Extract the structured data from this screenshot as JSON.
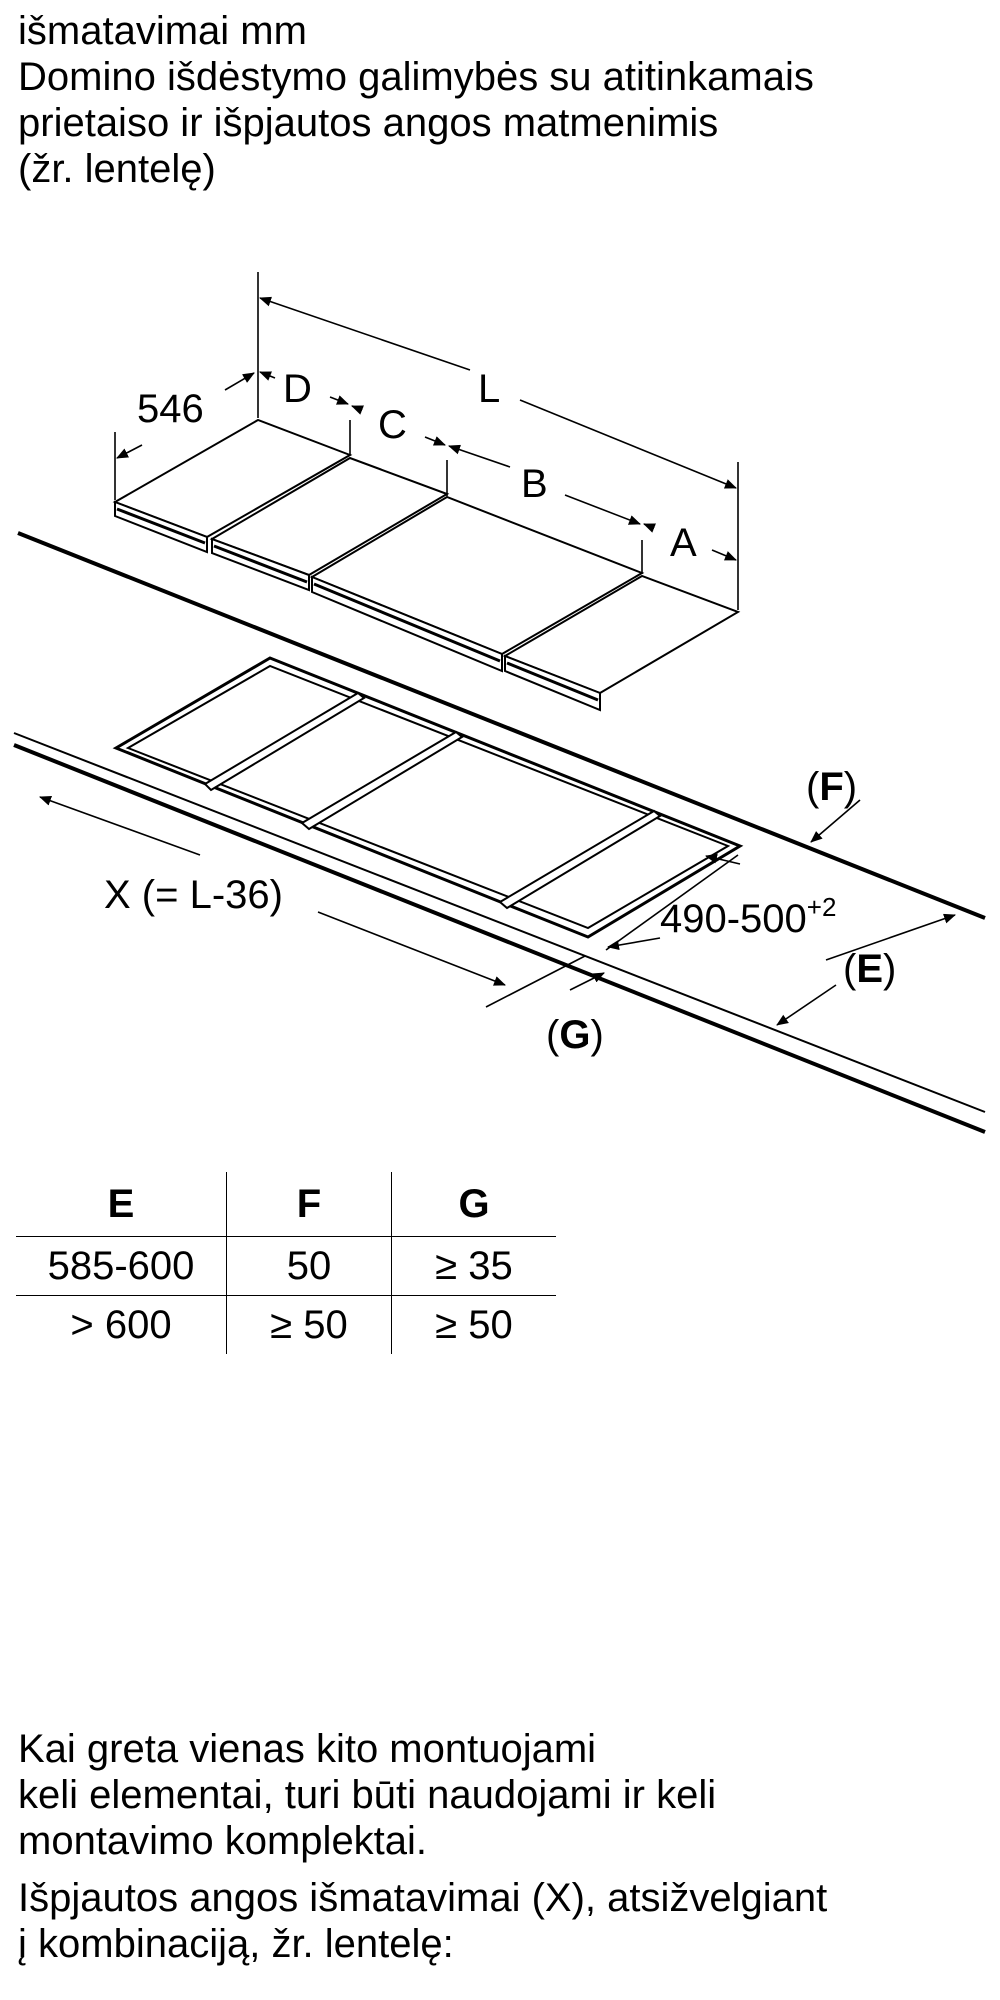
{
  "heading": {
    "line1": "išmatavimai mm",
    "line2": "Domino išdėstymo galimybės su atitinkamais",
    "line3": "prietaiso ir išpjautos angos matmenimis",
    "line4": "(žr. lentelę)"
  },
  "diagram": {
    "labels": {
      "dim_546": "546",
      "D": "D",
      "C": "C",
      "B": "B",
      "A": "A",
      "L": "L",
      "F": "F",
      "E": "E",
      "G": "G",
      "X": "X (= L-36)",
      "depth": "490-500",
      "depth_tolerance": "+2"
    }
  },
  "table": {
    "headers": [
      "E",
      "F",
      "G"
    ],
    "rows": [
      [
        "585-600",
        "50",
        "≥ 35"
      ],
      [
        "> 600",
        "≥ 50",
        "≥ 50"
      ]
    ]
  },
  "note1": {
    "line1": "Kai greta vienas kito montuojami",
    "line2": "keli elementai, turi būti naudojami ir keli",
    "line3": "montavimo komplektai."
  },
  "note2": {
    "line1": "Išpjautos angos išmatavimai (X), atsižvelgiant",
    "line2": "į kombinaciją, žr. lentelę:"
  }
}
